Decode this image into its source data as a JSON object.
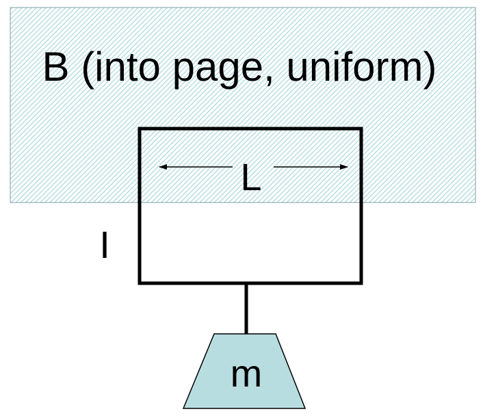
{
  "field_region": {
    "label": "B (into page, uniform)",
    "fill_color": "#b8dde1",
    "pattern": "diagonal-hatch"
  },
  "loop": {
    "width_label": "L",
    "current_label": "I"
  },
  "mass": {
    "label": "m",
    "fill_color": "#b8dde1"
  },
  "colors": {
    "stroke": "#000000",
    "background": "#ffffff"
  }
}
